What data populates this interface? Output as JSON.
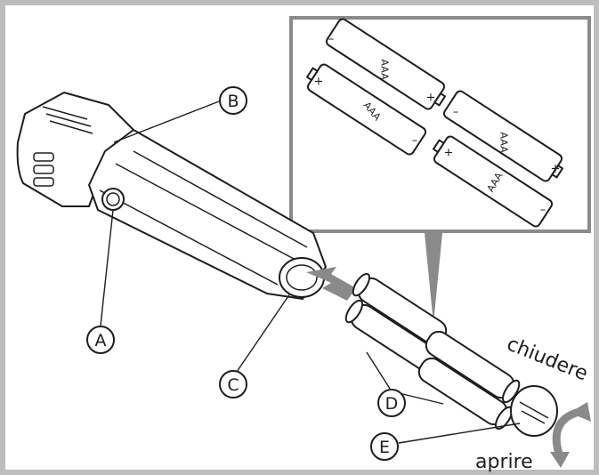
{
  "callouts": {
    "a": "A",
    "b": "B",
    "c": "C",
    "d": "D",
    "e": "E"
  },
  "captions": {
    "close": "chiudere",
    "open": "aprire"
  },
  "batteries": {
    "type_label": "AAA",
    "plus": "+",
    "minus": "–"
  },
  "colors": {
    "frame": "#bdbdbd",
    "arrow": "#8a8a8a",
    "ink": "#1e1e1e"
  }
}
